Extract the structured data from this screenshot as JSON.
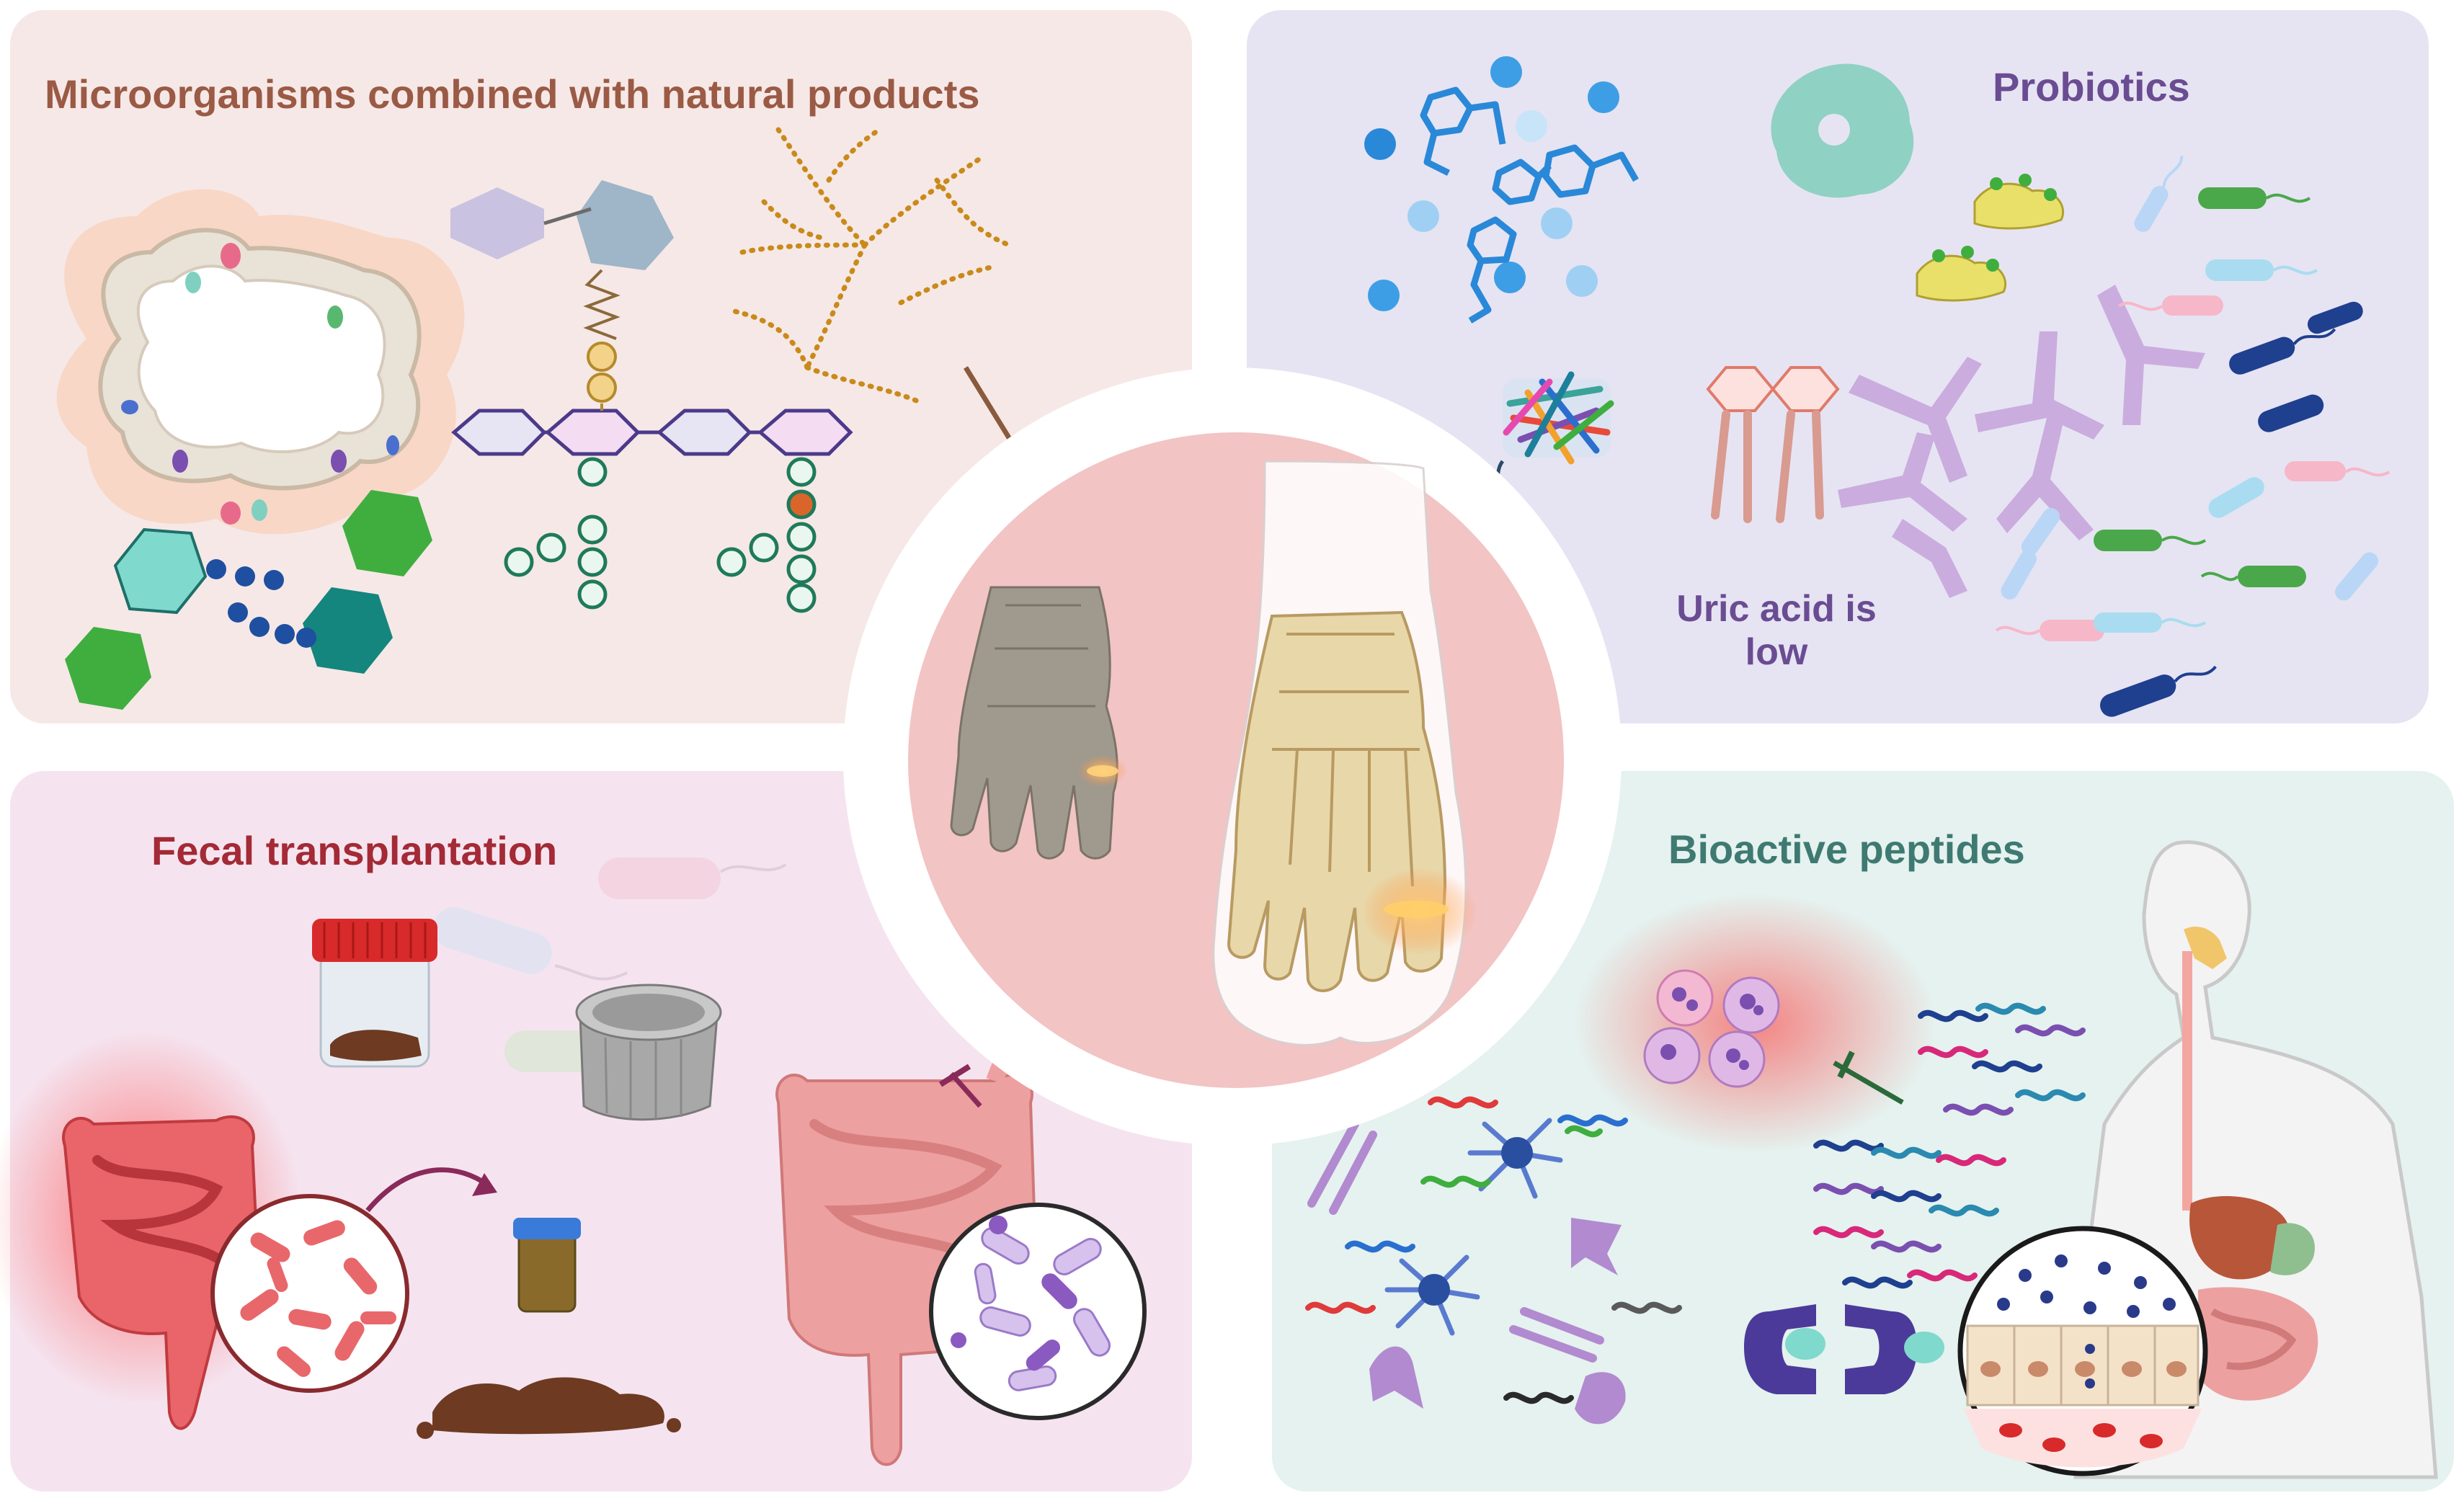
{
  "panels": {
    "top_left": {
      "title": "Microorganisms combined with natural products",
      "title_color": "#9a5a45",
      "bg": "#f6e8e6"
    },
    "top_right": {
      "title": "Probiotics",
      "title_color": "#6a4c93",
      "bg": "#e6e4f2",
      "note": "Uric acid is low",
      "note_color": "#6a4c93"
    },
    "bottom_left": {
      "title": "Fecal transplantation",
      "title_color": "#a32a36",
      "bg": "#f5e4ef"
    },
    "bottom_right": {
      "title": "Bioactive peptides",
      "title_color": "#3f7a72",
      "bg": "#e5f2ef"
    }
  },
  "center": {
    "bg": "#f2c4c4",
    "description_icon": "foot-skeleton-gout-icon"
  },
  "colors": {
    "bone": "#e8d7a8",
    "gray_bone": "#a09a8e",
    "inflammation": "#f4a640",
    "inhibition": "#8a5a3c",
    "teal": "#3aa39a",
    "green": "#3fae3f",
    "dark_navy": "#1f3f8f",
    "purple": "#7a5aa6"
  }
}
